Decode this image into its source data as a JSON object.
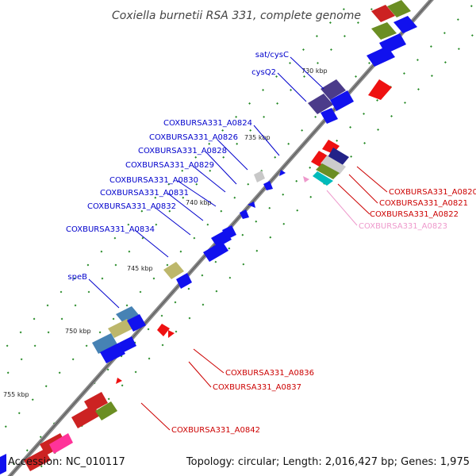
{
  "header": {
    "title": "Coxiella burnetii RSA 331, complete genome"
  },
  "footer": {
    "accession": "Accession: NC_010117",
    "summary": "Topology: circular; Length: 2,016,427 bp; Genes: 1,975"
  },
  "scale": {
    "ticks": [
      "730 kbp",
      "735 kbp",
      "740 kbp",
      "745 kbp",
      "750 kbp",
      "755 kbp"
    ]
  },
  "colors": {
    "forward_label": "#0000cc",
    "reverse_label": "#cc0000",
    "highlight_label": "#ee99cc",
    "backbone": "#888888",
    "tick": "#228822"
  },
  "genes_forward": [
    {
      "label": "sat/cysC"
    },
    {
      "label": "cysQ2"
    },
    {
      "label": "COXBURSA331_A0824"
    },
    {
      "label": "COXBURSA331_A0826"
    },
    {
      "label": "COXBURSA331_A0828"
    },
    {
      "label": "COXBURSA331_A0829"
    },
    {
      "label": "COXBURSA331_A0830"
    },
    {
      "label": "COXBURSA331_A0831"
    },
    {
      "label": "COXBURSA331_A0832"
    },
    {
      "label": "COXBURSA331_A0834"
    },
    {
      "label": "speB"
    }
  ],
  "genes_reverse": [
    {
      "label": "COXBURSA331_A0820"
    },
    {
      "label": "COXBURSA331_A0821"
    },
    {
      "label": "COXBURSA331_A0822"
    },
    {
      "label": "COXBURSA331_A0823"
    },
    {
      "label": "COXBURSA331_A0836"
    },
    {
      "label": "COXBURSA331_A0837"
    },
    {
      "label": "COXBURSA331_A0842"
    }
  ]
}
